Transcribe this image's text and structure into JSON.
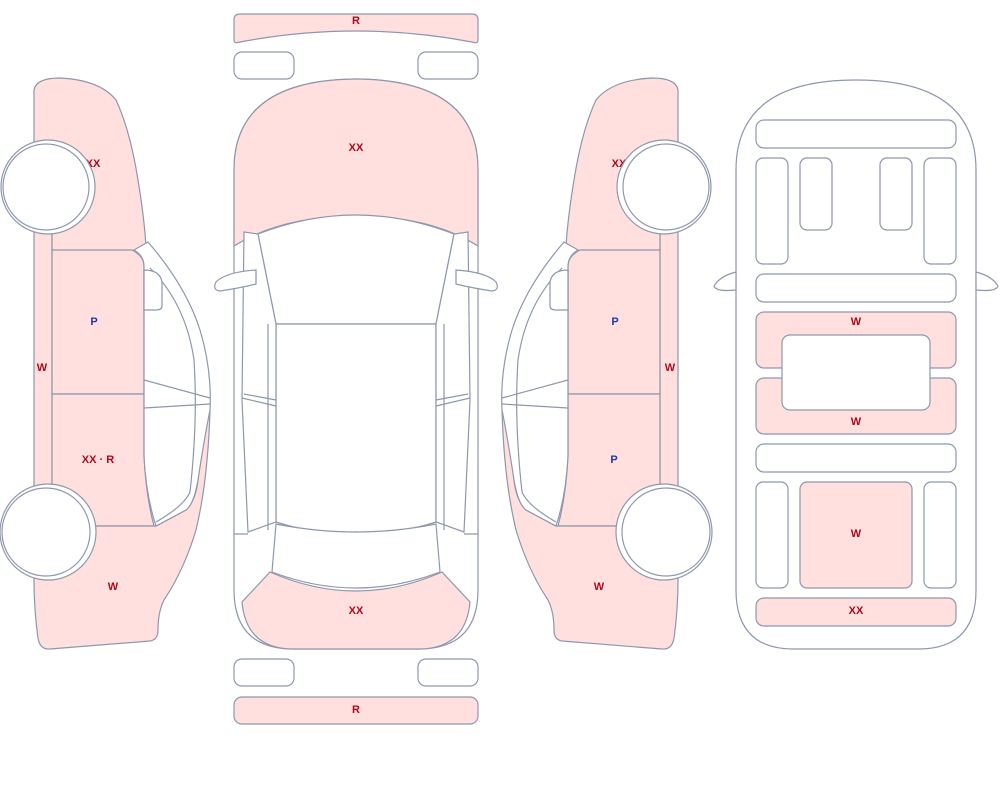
{
  "colors": {
    "outline": "#8e97ad",
    "damage_fill": "#ffe0de",
    "panel_fill": "#ffffff",
    "label_red": "#b0071b",
    "label_blue": "#1d3aa6"
  },
  "views": {
    "front_bumper": {
      "code": "R"
    },
    "hood": {
      "code": "XX"
    },
    "rear_panel": {
      "code": "XX"
    },
    "rear_bumper": {
      "code": "R"
    },
    "left_front_fender": {
      "code": "XX"
    },
    "left_front_door": {
      "code": "P"
    },
    "left_rear_door": {
      "code": "XX · R"
    },
    "left_quarter": {
      "code": "W"
    },
    "left_sill": {
      "code": "W"
    },
    "right_front_fender": {
      "code": "XX"
    },
    "right_front_door": {
      "code": "P"
    },
    "right_rear_door": {
      "code": "P"
    },
    "right_quarter": {
      "code": "W"
    },
    "right_sill": {
      "code": "W"
    },
    "floor_front_band": {
      "code": "W"
    },
    "floor_rear_band": {
      "code": "W"
    },
    "floor_trunk_panel": {
      "code": "W"
    },
    "floor_rear_bottom": {
      "code": "XX"
    }
  }
}
